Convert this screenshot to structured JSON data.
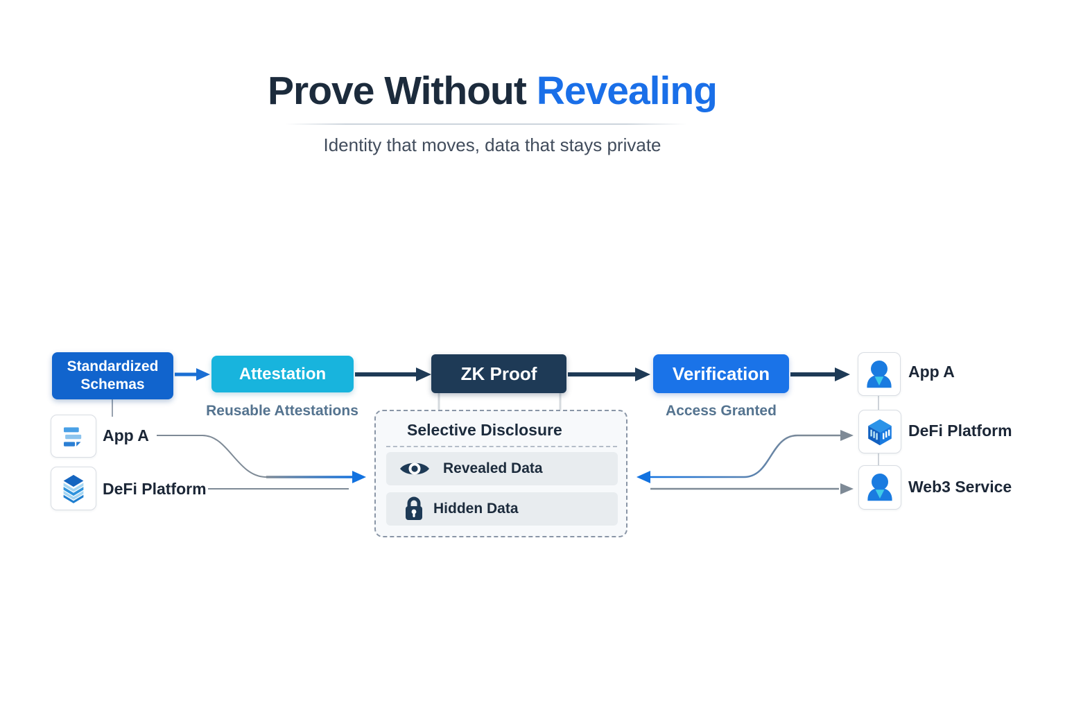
{
  "title": {
    "prefix": "Prove Without",
    "highlight": "Revealing"
  },
  "subtitle": "Identity that moves, data that stays private",
  "pipeline": {
    "schemas": {
      "label": "Standardized Schemas"
    },
    "attestation": {
      "label": "Attestation",
      "sublabel": "Reusable Attestations"
    },
    "zk_proof": {
      "label": "ZK Proof"
    },
    "verification": {
      "label": "Verification",
      "sublabel": "Access Granted"
    }
  },
  "left_sources": [
    {
      "label": "App A",
      "icon": "app-list-icon"
    },
    {
      "label": "DeFi Platform",
      "icon": "layer-stack-icon"
    }
  ],
  "disclosure": {
    "title": "Selective Disclosure",
    "items": [
      {
        "label": "Revealed Data",
        "icon": "eye-icon"
      },
      {
        "label": "Hidden Data",
        "icon": "lock-icon"
      }
    ]
  },
  "right_targets": [
    {
      "label": "App A",
      "icon": "user-icon"
    },
    {
      "label": "DeFi Platform",
      "icon": "cube-chart-icon"
    },
    {
      "label": "Web3 Service",
      "icon": "user-icon"
    }
  ],
  "colors": {
    "primary_blue": "#1164cd",
    "cyan": "#18b4dd",
    "navy": "#1e3a56",
    "bright_blue": "#1a73e8",
    "muted_label": "#54738f",
    "text_dark": "#1c2b3c",
    "connector_gray": "#7e8a96"
  }
}
